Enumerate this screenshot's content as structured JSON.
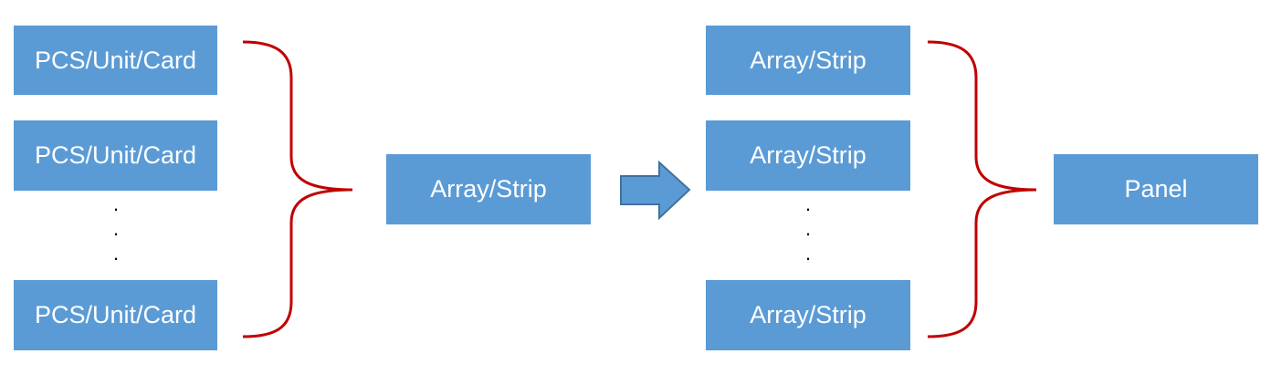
{
  "left_group": {
    "items": [
      "PCS/Unit/Card",
      "PCS/Unit/Card",
      "PCS/Unit/Card"
    ],
    "ellipsis": "·"
  },
  "middle": {
    "label": "Array/Strip"
  },
  "right_group": {
    "items": [
      "Array/Strip",
      "Array/Strip",
      "Array/Strip"
    ],
    "ellipsis": "·"
  },
  "result": {
    "label": "Panel"
  },
  "colors": {
    "box_fill": "#5b9bd5",
    "brace": "#c00000",
    "arrow_fill": "#5b9bd5",
    "arrow_stroke": "#41719c"
  }
}
